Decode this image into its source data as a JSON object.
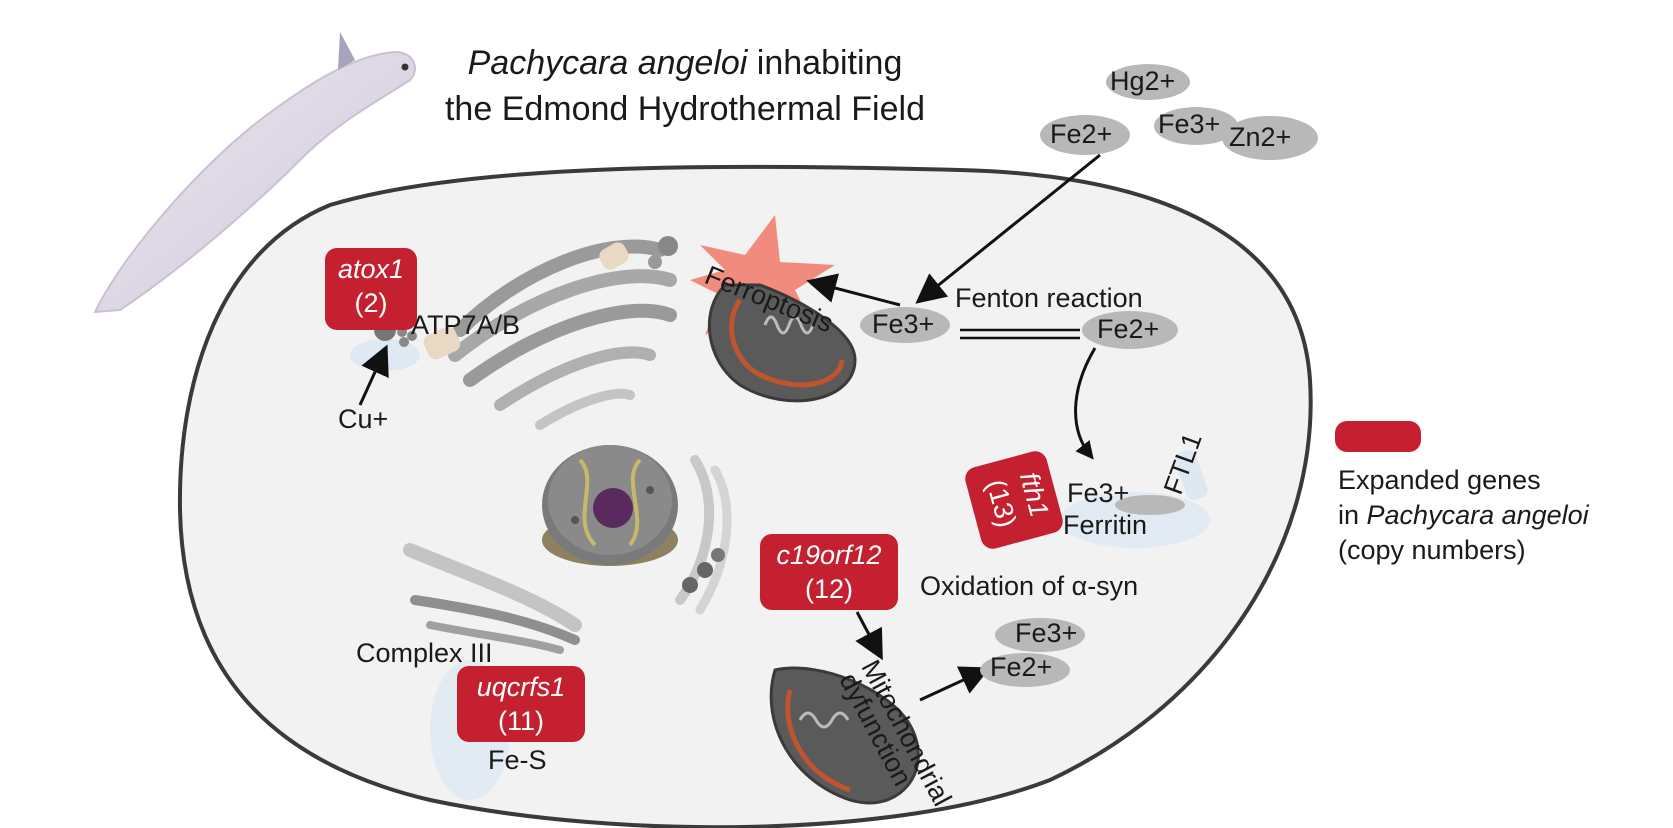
{
  "title": {
    "species": "Pachycara angeloi",
    "line1_rest": " inhabiting",
    "line2": "the Edmond Hydrothermal Field"
  },
  "ions_outside": {
    "hg": "Hg2+",
    "fe2": "Fe2+",
    "fe3": "Fe3+",
    "zn": "Zn2+"
  },
  "labels": {
    "ferroptosis": "Ferroptosis",
    "fe3_center": "Fe3+",
    "fenton": "Fenton reaction",
    "fe2_center": "Fe2+",
    "atp7": "ATP7A/B",
    "cu": "Cu+",
    "ftl1": "FTL1",
    "fe3_ferritin": "Fe3+",
    "ferritin": "Ferritin",
    "oxidation": "Oxidation of α-syn",
    "complex3": "Complex III",
    "fes": "Fe-S",
    "mito_dys_1": "Mitochondrial",
    "mito_dys_2": "dyfunction",
    "fe3_bottom": "Fe3+",
    "fe2_bottom": "Fe2+"
  },
  "genes": [
    {
      "name": "atox1",
      "copies": "(2)"
    },
    {
      "name": "fth1",
      "copies": "(13)"
    },
    {
      "name": "c19orf12",
      "copies": "(12)"
    },
    {
      "name": "uqcrfs1",
      "copies": "(11)"
    }
  ],
  "legend": {
    "line1": "Expanded genes",
    "line2_prefix": "in ",
    "line2_species": "Pachycara angeloi",
    "line3": "(copy numbers)"
  },
  "colors": {
    "gene_box": "#c4202f",
    "cell_fill": "#f2f2f2",
    "cell_border": "#3a3a3a",
    "ion_fill": "#b8b8b8",
    "mitochondria_inner": "#c0552d",
    "ferroptosis_burst": "#f08070"
  }
}
